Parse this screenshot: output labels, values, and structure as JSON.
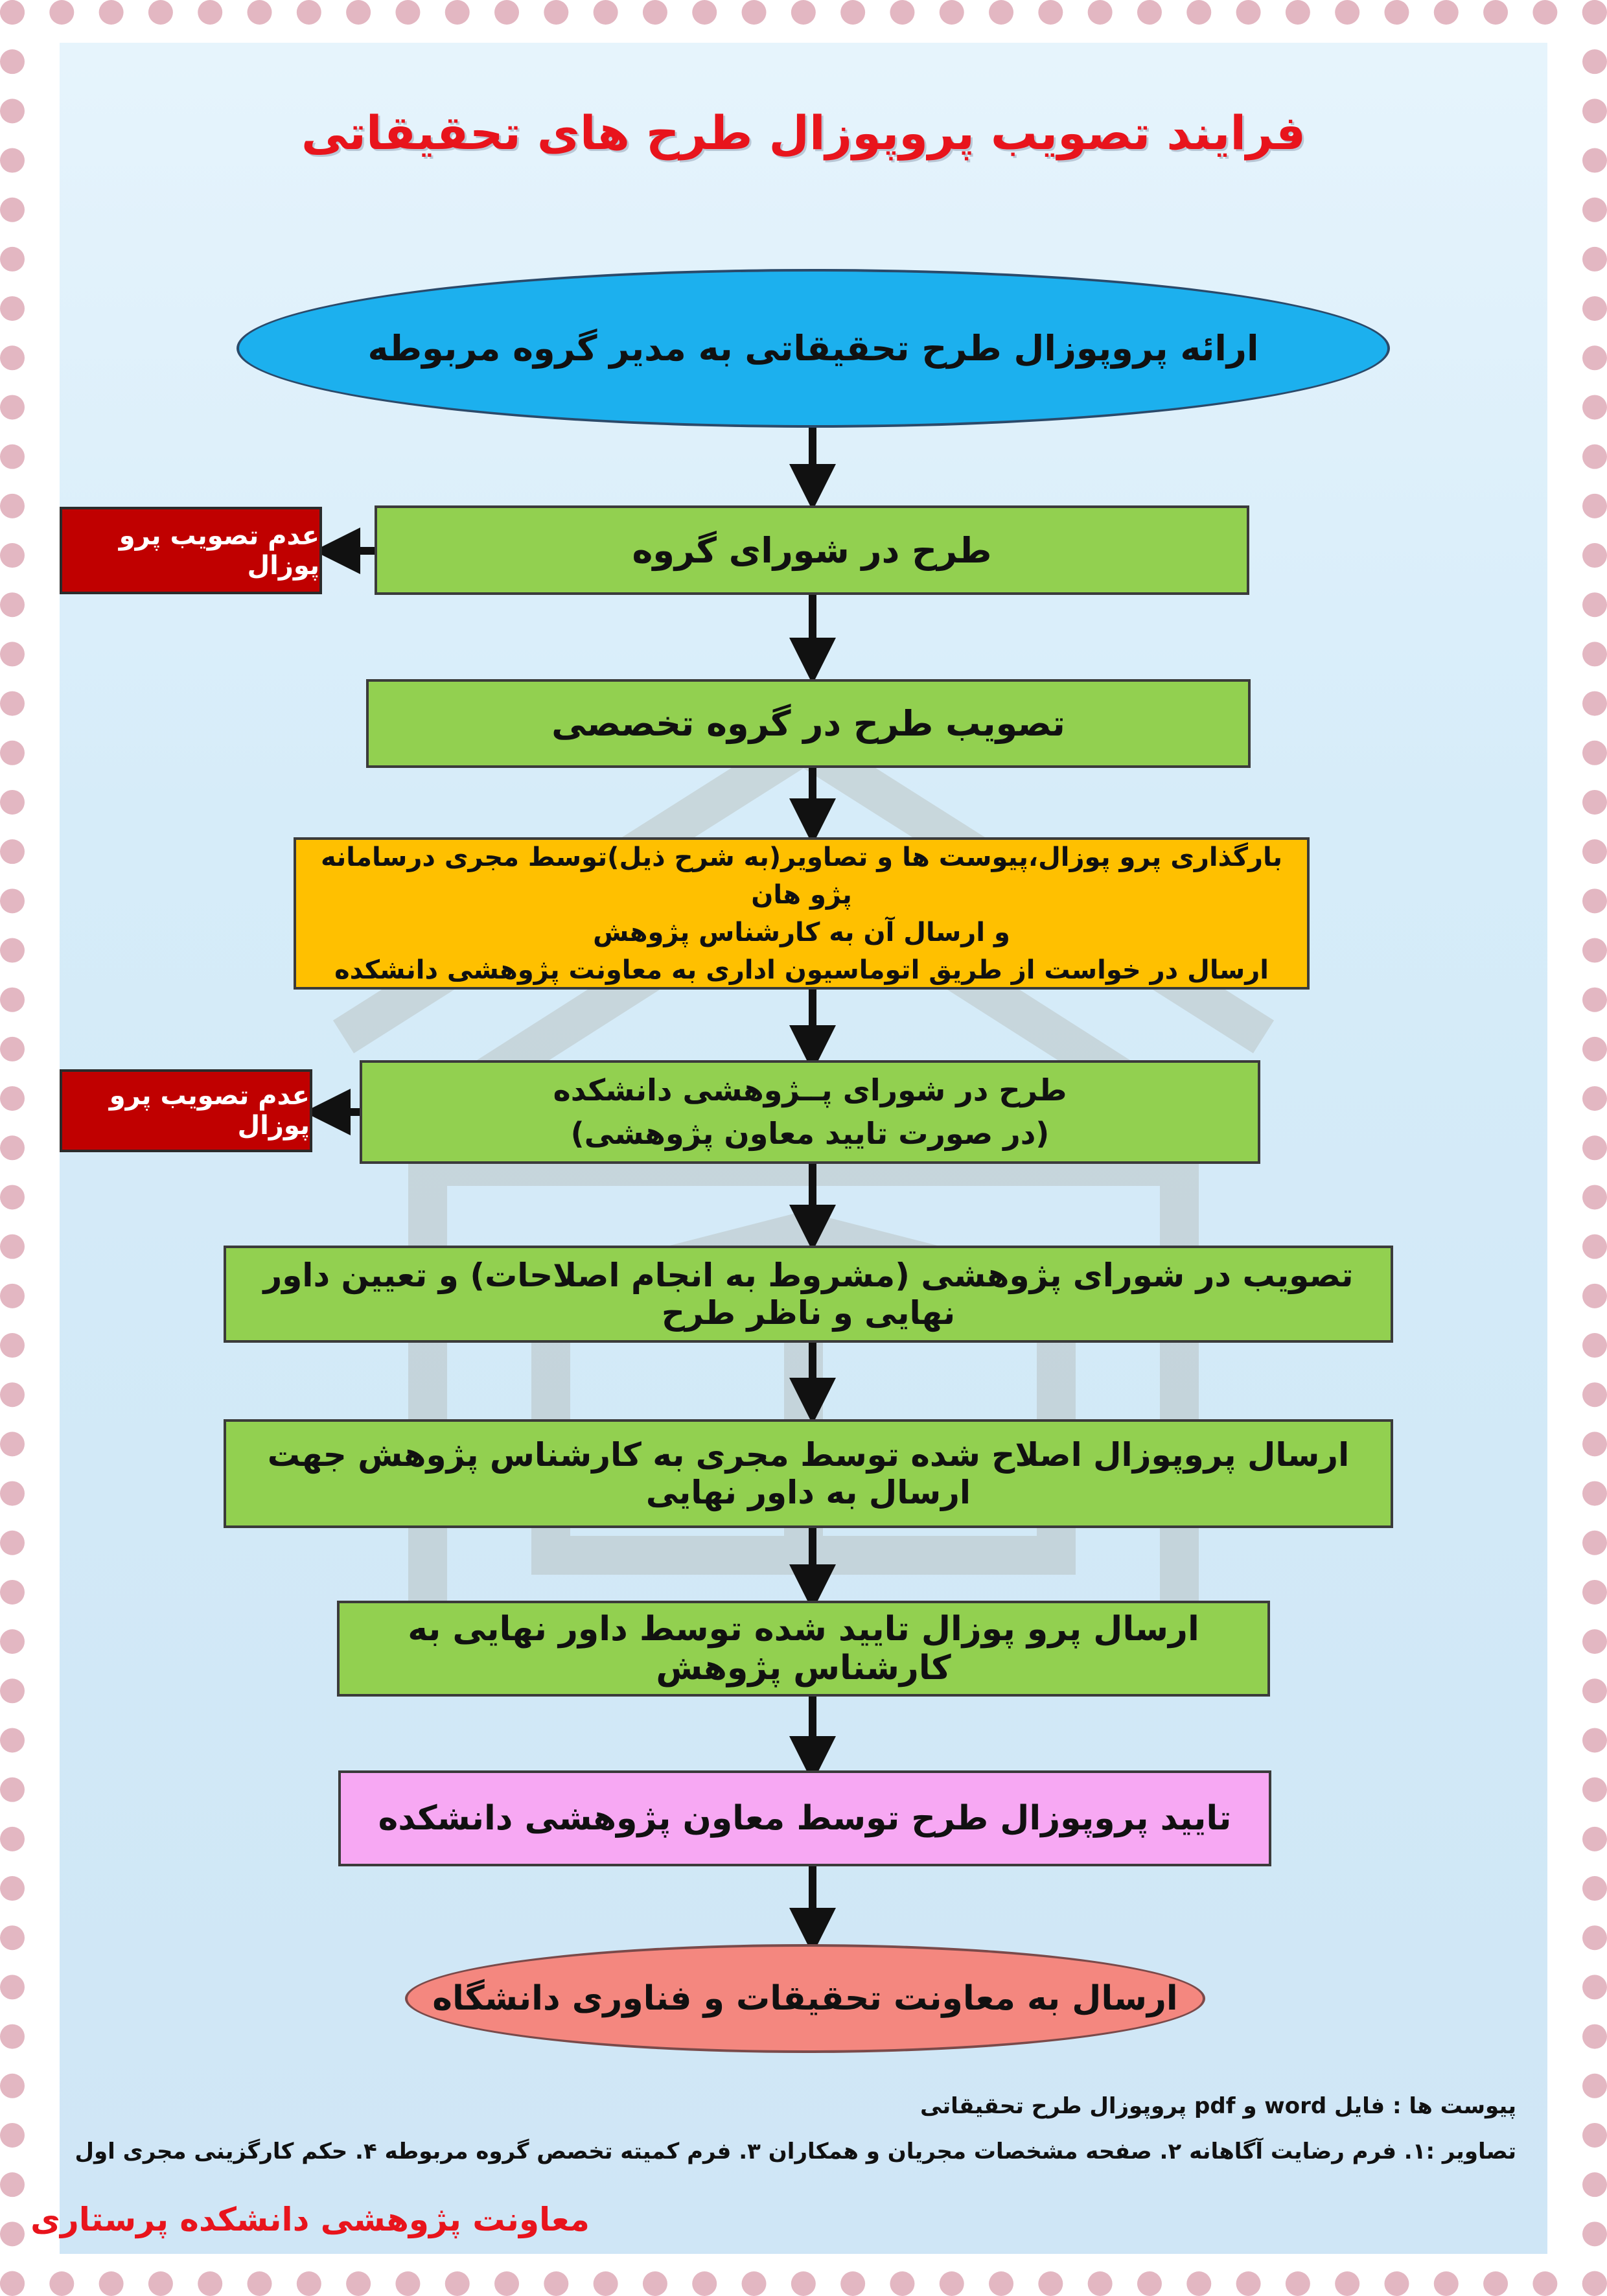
{
  "title": "فرایند تصویب پروپوزال طرح های تحقیقاتی",
  "nodes": {
    "start": "ارائه پروپوزال طرح تحقیقاتی به مدیر گروه مربوطه",
    "group_council": "طرح در شورای گروه",
    "specialized_group": "تصویب طرح در گروه تخصصی",
    "upload_lines": [
      "بارگذاری پرو پوزال،پیوست ها و تصاویر(به شرح ذیل)توسط مجری درسامانه پژو هان",
      "و ارسال آن به کارشناس پژوهش",
      "ارسال در خواست از طریق اتوماسیون اداری به معاونت پژوهشی دانشکده"
    ],
    "faculty_council_lines": [
      "طرح در شورای پــژوهشی دانشکده",
      "(در صورت تایید معاون پژوهشی)"
    ],
    "approval_conditional": "تصویب در شورای پژوهشی (مشروط به انجام اصلاحات) و تعیین داور نهایی و ناظر طرح",
    "send_corrected": "ارسال پروپوزال اصلاح شده توسط مجری به کارشناس پژوهش جهت ارسال به داور نهایی",
    "send_approved": "ارسال پرو پوزال تایید شده  توسط داور نهایی به کارشناس پژوهش",
    "vice_approval": "تایید پروپوزال طرح توسط معاون پژوهشی دانشکده",
    "end": "ارسال به معاونت تحقیقات و فناوری دانشگاه"
  },
  "reject_labels": {
    "first": "عدم تصویب پرو پوزال",
    "second": "عدم تصویب پرو پوزال"
  },
  "notes": {
    "attachments": "پیوست ها : فایل word و pdf پروپوزال طرح تحقیقاتی",
    "images": "تصاویر :۱. فرم رضایت آگاهانه ۲. صفحه مشخصات مجریان و همکاران ۳. فرم کمیته تخصص گروه مربوطه ۴. حکم کارگزینی مجری اول"
  },
  "footer": "معاونت پژوهشی دانشکده پرستاری",
  "colors": {
    "title": "#e8141c",
    "green_box": "#92d050",
    "orange_box": "#ffc000",
    "pink_box": "#f7a8f3",
    "blue_ellipse": "#1cb0ee",
    "red_ellipse": "#f4877f",
    "reject_box": "#c00000"
  }
}
